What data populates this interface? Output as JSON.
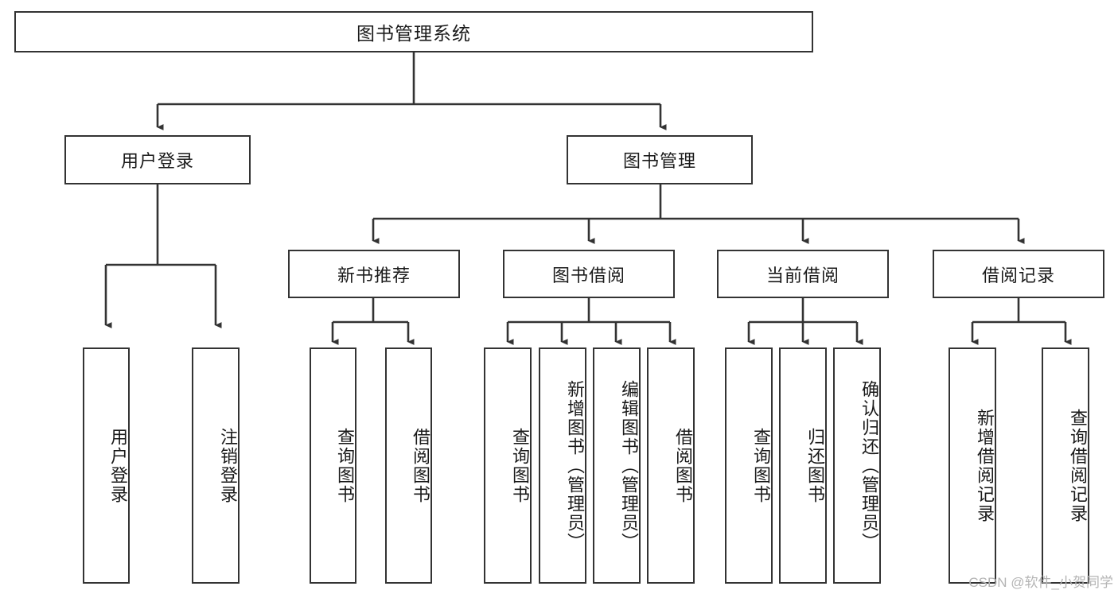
{
  "diagram": {
    "title": "图书管理系统",
    "type": "tree-hierarchy-chart",
    "watermark": "CSDN @软件_小贺同学",
    "colors": {
      "box_border": "#333333",
      "box_fill": "#ffffff",
      "connector": "#333333",
      "text": "#1a1a1a",
      "watermark": "#b4b4b4"
    },
    "root": {
      "label": "图书管理系统"
    },
    "level2": [
      {
        "label": "用户登录"
      },
      {
        "label": "图书管理"
      }
    ],
    "level3": [
      {
        "label": "新书推荐"
      },
      {
        "label": "图书借阅"
      },
      {
        "label": "当前借阅"
      },
      {
        "label": "借阅记录"
      }
    ],
    "leaves_user_login": [
      {
        "label": "用户登录"
      },
      {
        "label": "注销登录"
      }
    ],
    "leaves_new_book": [
      {
        "label": "查询图书"
      },
      {
        "label": "借阅图书"
      }
    ],
    "leaves_borrow": [
      {
        "label": "查询图书"
      },
      {
        "label": "新增图书（管理员）"
      },
      {
        "label": "编辑图书（管理员）"
      },
      {
        "label": "借阅图书"
      }
    ],
    "leaves_current": [
      {
        "label": "查询图书"
      },
      {
        "label": "归还图书"
      },
      {
        "label": "确认归还（管理员）"
      }
    ],
    "leaves_records": [
      {
        "label": "新增借阅记录"
      },
      {
        "label": "查询借阅记录"
      }
    ]
  }
}
